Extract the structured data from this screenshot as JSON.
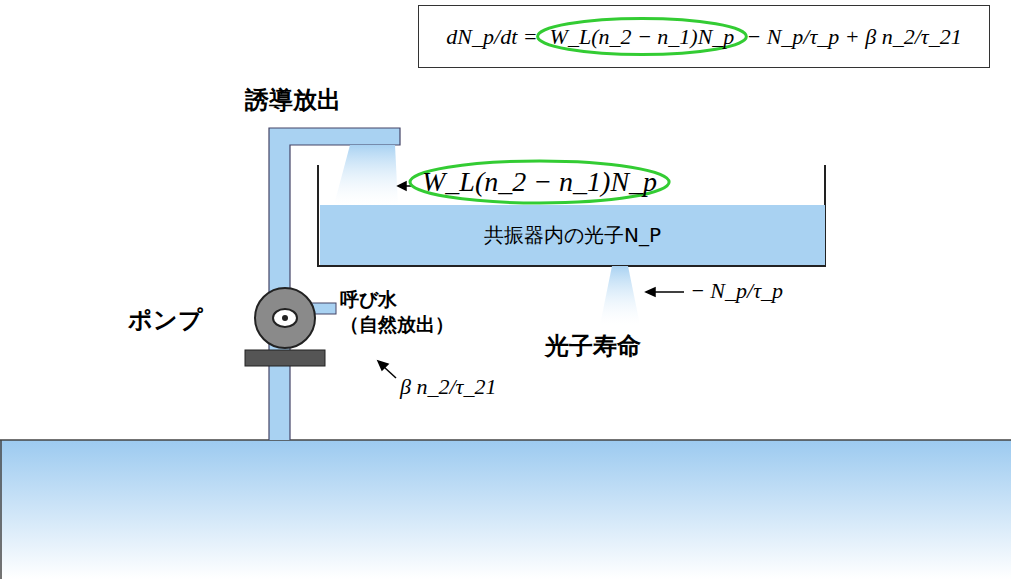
{
  "diagram": {
    "nodes": [
      {
        "text": [
          "dN_p/dt =",
          "W_L(n_2 − n_1)N_p",
          "− N_p/τ_p + β n_2/τ_21"
        ]
      },
      {
        "text": [
          "共振器内の光子N_P"
        ]
      }
    ],
    "labels": [
      "誘導放出",
      "W_L(n_2 − n_1)N_p",
      "呼び水 （自然放出）",
      "ポンプ",
      "β n_2/τ_21",
      "光子寿命",
      "− N_p/τ_p"
    ]
  }
}
